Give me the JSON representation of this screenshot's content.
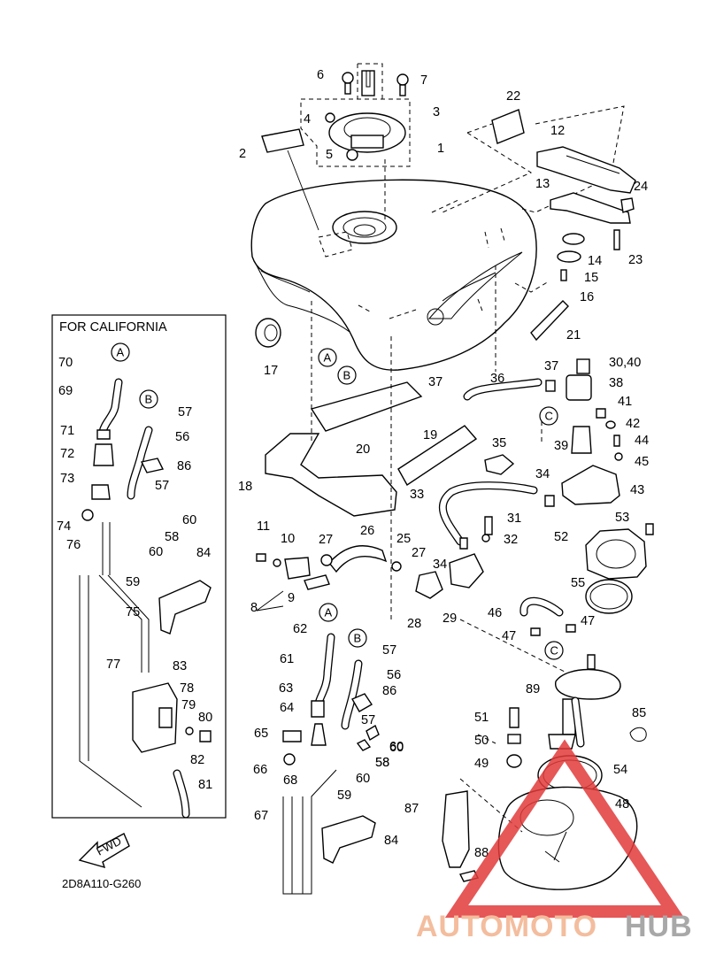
{
  "diagram": {
    "box_title": "FOR CALIFORNIA",
    "drawing_code": "2D8A110-G260",
    "fwd_label": "FWD",
    "callouts": [
      "A",
      "B",
      "C"
    ],
    "part_numbers": [
      "1",
      "2",
      "3",
      "4",
      "5",
      "6",
      "7",
      "8",
      "9",
      "10",
      "11",
      "12",
      "13",
      "14",
      "15",
      "16",
      "17",
      "18",
      "19",
      "20",
      "21",
      "22",
      "23",
      "24",
      "25",
      "26",
      "27",
      "28",
      "29",
      "30,40",
      "31",
      "32",
      "33",
      "34",
      "35",
      "36",
      "37",
      "38",
      "39",
      "41",
      "42",
      "43",
      "44",
      "45",
      "46",
      "47",
      "48",
      "49",
      "50",
      "51",
      "52",
      "53",
      "54",
      "55",
      "56",
      "57",
      "58",
      "59",
      "60",
      "61",
      "62",
      "63",
      "64",
      "65",
      "66",
      "67",
      "68",
      "69",
      "70",
      "71",
      "72",
      "73",
      "74",
      "75",
      "76",
      "77",
      "78",
      "79",
      "80",
      "81",
      "82",
      "83",
      "84",
      "85",
      "86",
      "87",
      "88",
      "89"
    ]
  },
  "watermark": {
    "text_part1": "AUTOMOTO",
    "text_part2": "HUB",
    "color_part1": "#f2b28e",
    "color_part2": "#9a9a9a",
    "triangle_color": "#e23a3a"
  }
}
